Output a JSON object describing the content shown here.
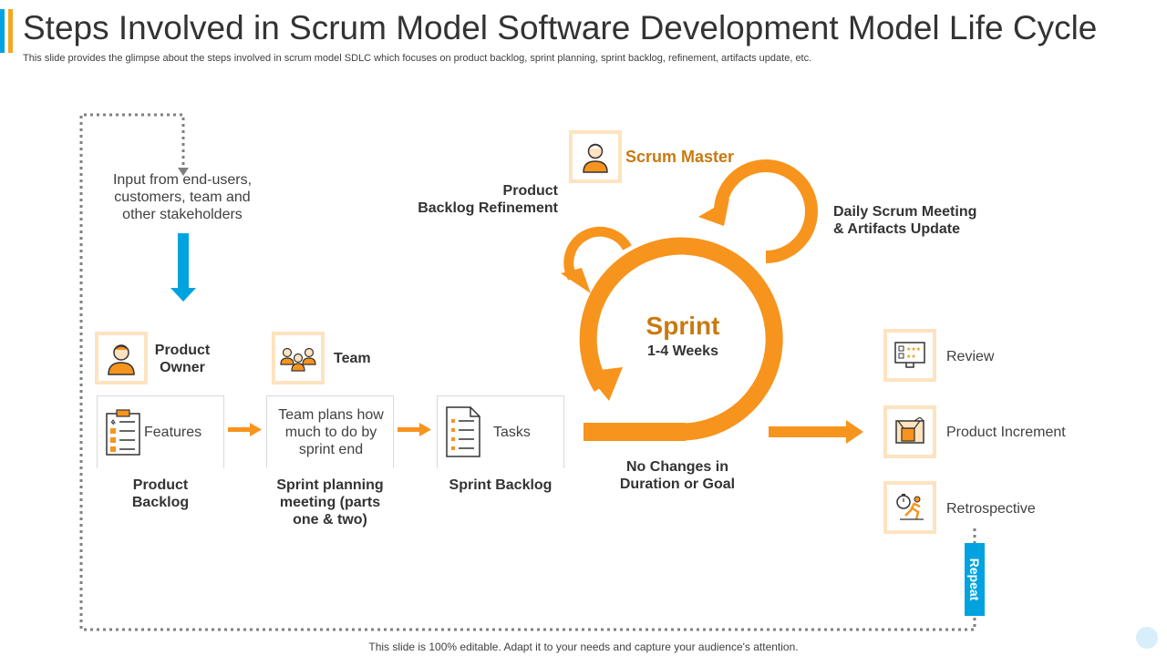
{
  "slide": {
    "title": "Steps Involved in Scrum Model Software Development Model Life Cycle",
    "subtitle": "This slide provides the glimpse about the steps involved in scrum model SDLC which focuses on product backlog, sprint planning, sprint backlog, refinement, artifacts update, etc.",
    "footer": "This slide is 100% editable. Adapt it to your needs and capture your audience's attention."
  },
  "input": {
    "line1": "Input from end-users,",
    "line2": "customers, team and",
    "line3": "other stakeholders"
  },
  "roles": {
    "product_owner_line1": "Product",
    "product_owner_line2": "Owner",
    "team": "Team",
    "scrum_master": "Scrum Master"
  },
  "cards": {
    "features": "Features",
    "team_plans_line1": "Team plans how",
    "team_plans_line2": "much to do by",
    "team_plans_line3": "sprint end",
    "tasks": "Tasks"
  },
  "stages": {
    "product_backlog_line1": "Product",
    "product_backlog_line2": "Backlog",
    "sprint_planning_line1": "Sprint planning",
    "sprint_planning_line2": "meeting (parts",
    "sprint_planning_line3": "one & two)",
    "sprint_backlog": "Sprint Backlog"
  },
  "sprint": {
    "title": "Sprint",
    "duration": "1-4 Weeks",
    "refinement_line1": "Product",
    "refinement_line2": "Backlog Refinement",
    "daily_line1": "Daily Scrum Meeting",
    "daily_line2": "& Artifacts Update",
    "no_changes_line1": "No Changes in",
    "no_changes_line2": "Duration or Goal"
  },
  "outcomes": {
    "review": "Review",
    "increment": "Product Increment",
    "retrospective": "Retrospective"
  },
  "repeat_label": "Repeat",
  "colors": {
    "orange": "#f7941d",
    "dark_orange": "#c87a10",
    "blue": "#00a3e0",
    "icon_bg": "#fde3c0"
  }
}
